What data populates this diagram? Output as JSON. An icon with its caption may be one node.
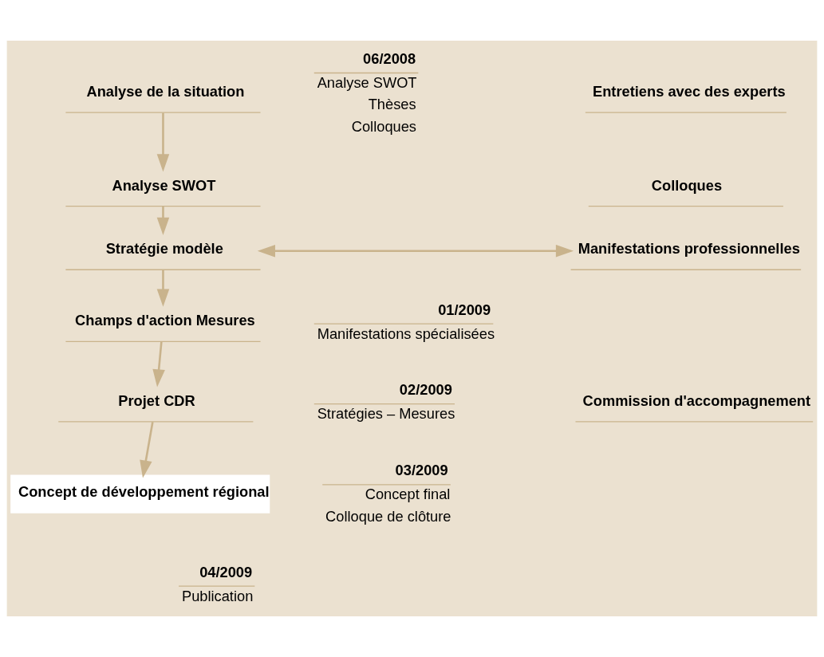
{
  "diagram": {
    "nodes": [
      {
        "text": [
          "Analyse de la situation"
        ]
      },
      {
        "text": [
          "Analyse SWOT"
        ]
      },
      {
        "text": [
          "Stratégie modèle"
        ]
      },
      {
        "text": [
          "Champs d'action Mesures"
        ]
      },
      {
        "text": [
          "Projet CDR"
        ]
      },
      {
        "text": [
          "Concept de développement régional"
        ]
      },
      {
        "text": [
          "Entretiens avec des experts"
        ]
      },
      {
        "text": [
          "Colloques"
        ]
      },
      {
        "text": [
          "Manifestations professionnelles"
        ]
      },
      {
        "text": [
          "Commission d'accompagnement"
        ]
      }
    ],
    "edges": [
      {
        "from": 0,
        "to": 1,
        "arrow": "to"
      },
      {
        "from": 1,
        "to": 2,
        "arrow": "to"
      },
      {
        "from": 2,
        "to": 3,
        "arrow": "to"
      },
      {
        "from": 3,
        "to": 4,
        "arrow": "to"
      },
      {
        "from": 4,
        "to": 5,
        "arrow": "to"
      },
      {
        "from": 2,
        "to": 8,
        "arrow": "both"
      }
    ],
    "labels": [
      "06/2008",
      "Analyse SWOT",
      "Thèses",
      "Colloques",
      "01/2009",
      "Manifestations spécialisées",
      "02/2009",
      "Stratégies – Mesures",
      "03/2009",
      "Concept final",
      "Colloque de clôture",
      "04/2009",
      "Publication"
    ]
  }
}
